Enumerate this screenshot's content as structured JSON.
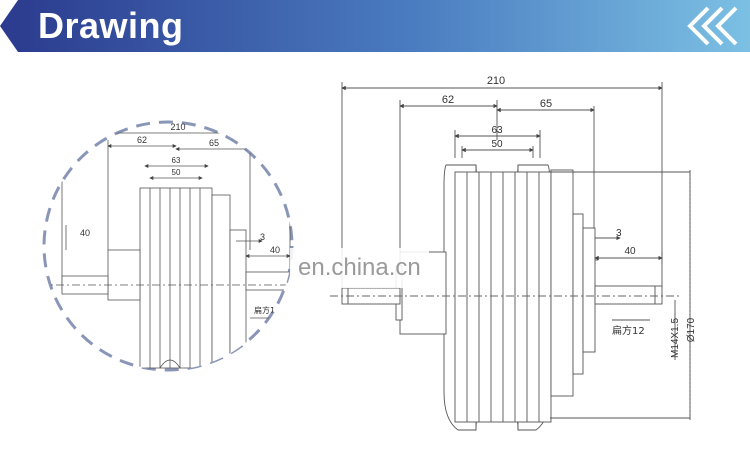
{
  "header": {
    "title": "Drawing",
    "colors": {
      "dark_blue": "#2b3a8e",
      "light_blue": "#6fb6de",
      "chevron": "#ffffff"
    }
  },
  "watermark": {
    "text": "en.china.cn"
  },
  "drawing_main": {
    "dim_overall_width": "210",
    "dim_left_width": "62",
    "dim_right_width": "65",
    "dim_center_63": "63",
    "dim_center_50": "50",
    "dim_shaft_3": "3",
    "dim_shaft_40": "40",
    "keyway_label": "扁方12",
    "diameter_label": "Ø170",
    "thread_label": "M14X1.5"
  },
  "drawing_zoom": {
    "dim_overall_width": "210",
    "dim_left_width": "62",
    "dim_right_width": "65",
    "dim_center_63": "63",
    "dim_center_50": "50",
    "dim_left_40": "40",
    "dim_shaft_3": "3",
    "dim_shaft_40": "40",
    "keyway_label": "扁方12"
  }
}
